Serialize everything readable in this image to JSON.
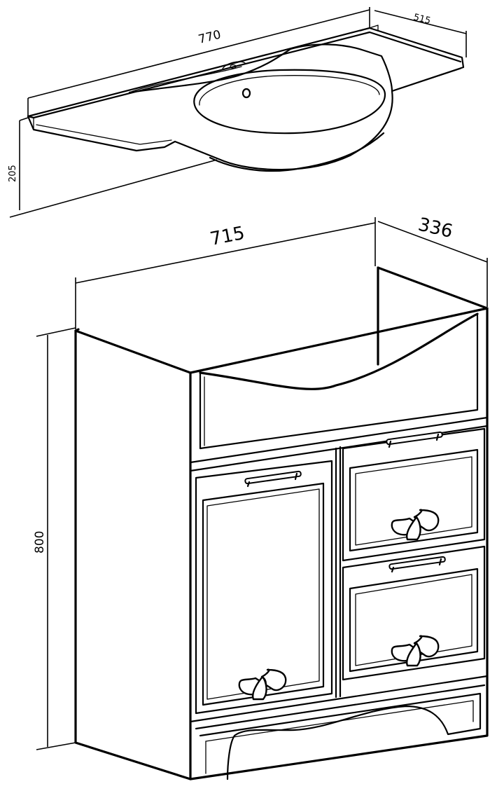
{
  "dimensions": {
    "sink_width": "770",
    "sink_depth": "515",
    "sink_height": "205",
    "cabinet_width": "715",
    "cabinet_depth": "336",
    "cabinet_height": "800"
  }
}
